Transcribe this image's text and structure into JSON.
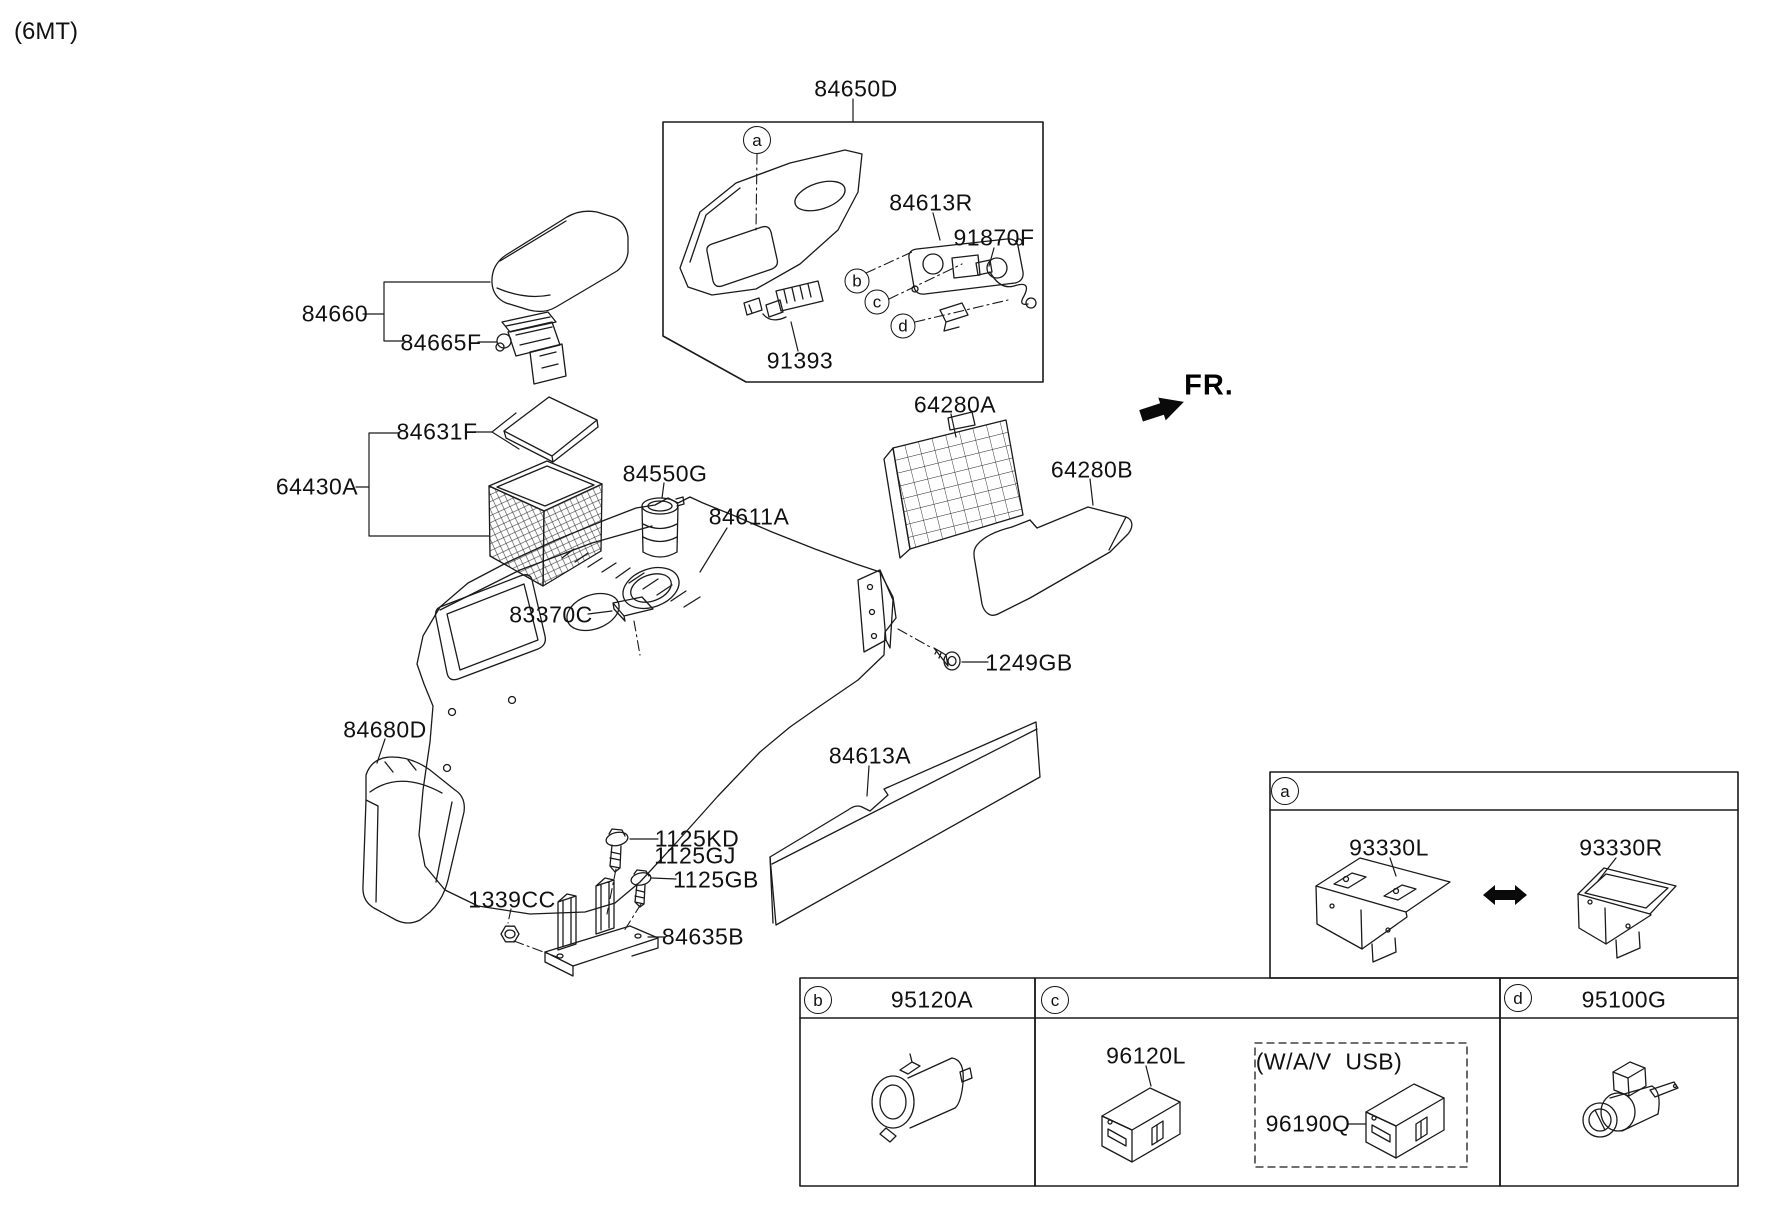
{
  "meta": {
    "note": "(6MT)",
    "direction": "FR."
  },
  "parts": {
    "p84650D": "84650D",
    "p84613R": "84613R",
    "p91870F": "91870F",
    "p91393": "91393",
    "p84660": "84660",
    "p84665F": "84665F",
    "p84631F": "84631F",
    "p64430A": "64430A",
    "p84550G": "84550G",
    "p83370C": "83370C",
    "p84611A": "84611A",
    "p64280A": "64280A",
    "p64280B": "64280B",
    "p1249GB": "1249GB",
    "p84613A": "84613A",
    "p84680D": "84680D",
    "p1125KD": "1125KD",
    "p1125GJ": "1125GJ",
    "p1125GB": "1125GB",
    "p1339CC": "1339CC",
    "p84635B": "84635B"
  },
  "callouts": {
    "a": "a",
    "b": "b",
    "c": "c",
    "d": "d"
  },
  "panels": {
    "a": {
      "p93330L": "93330L",
      "p93330R": "93330R"
    },
    "b": {
      "header": "95120A"
    },
    "c": {
      "p96120L": "96120L",
      "usb_note": "(W/A/V  USB)",
      "p96190Q": "96190Q"
    },
    "d": {
      "header": "95100G"
    }
  }
}
